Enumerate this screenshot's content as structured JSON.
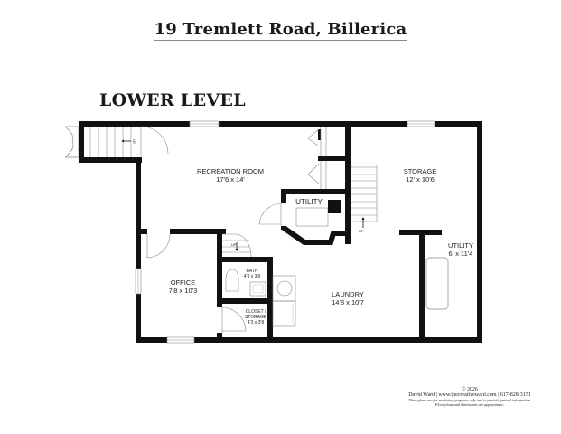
{
  "header": {
    "address": "19 Tremlett Road, Billerica",
    "level": "LOWER LEVEL"
  },
  "rooms": [
    {
      "name": "RECREATION ROOM",
      "dims": "17'6 x 14'"
    },
    {
      "name": "UTILITY",
      "dims": ""
    },
    {
      "name": "STORAGE",
      "dims": "12' x 10'6"
    },
    {
      "name": "UTILITY",
      "dims": "6' x 11'4"
    },
    {
      "name": "OFFICE",
      "dims": "7'8 x 10'3"
    },
    {
      "name": "BATH",
      "dims": "4'9 x 3'8"
    },
    {
      "name": "CLOSET / STORAGE",
      "dims": "4'3 x 3'8"
    },
    {
      "name": "LAUNDRY",
      "dims": "14'8 x 10'7"
    }
  ],
  "markers": {
    "stair_up_label": "UP",
    "stair_up_label_2": "UP",
    "exterior_stair_label": "5"
  },
  "footer": {
    "copyright": "© 2026",
    "attribution": "David Ward  |  www.thecreativeward.com  |  617-828-3171",
    "disclaimer_1": "These plans are for marketing purposes only and to provide general information.",
    "disclaimer_2": "Floor plans and dimensions are approximate."
  },
  "colors": {
    "wall": "#111111",
    "fixture": "#777777",
    "background": "#ffffff"
  }
}
